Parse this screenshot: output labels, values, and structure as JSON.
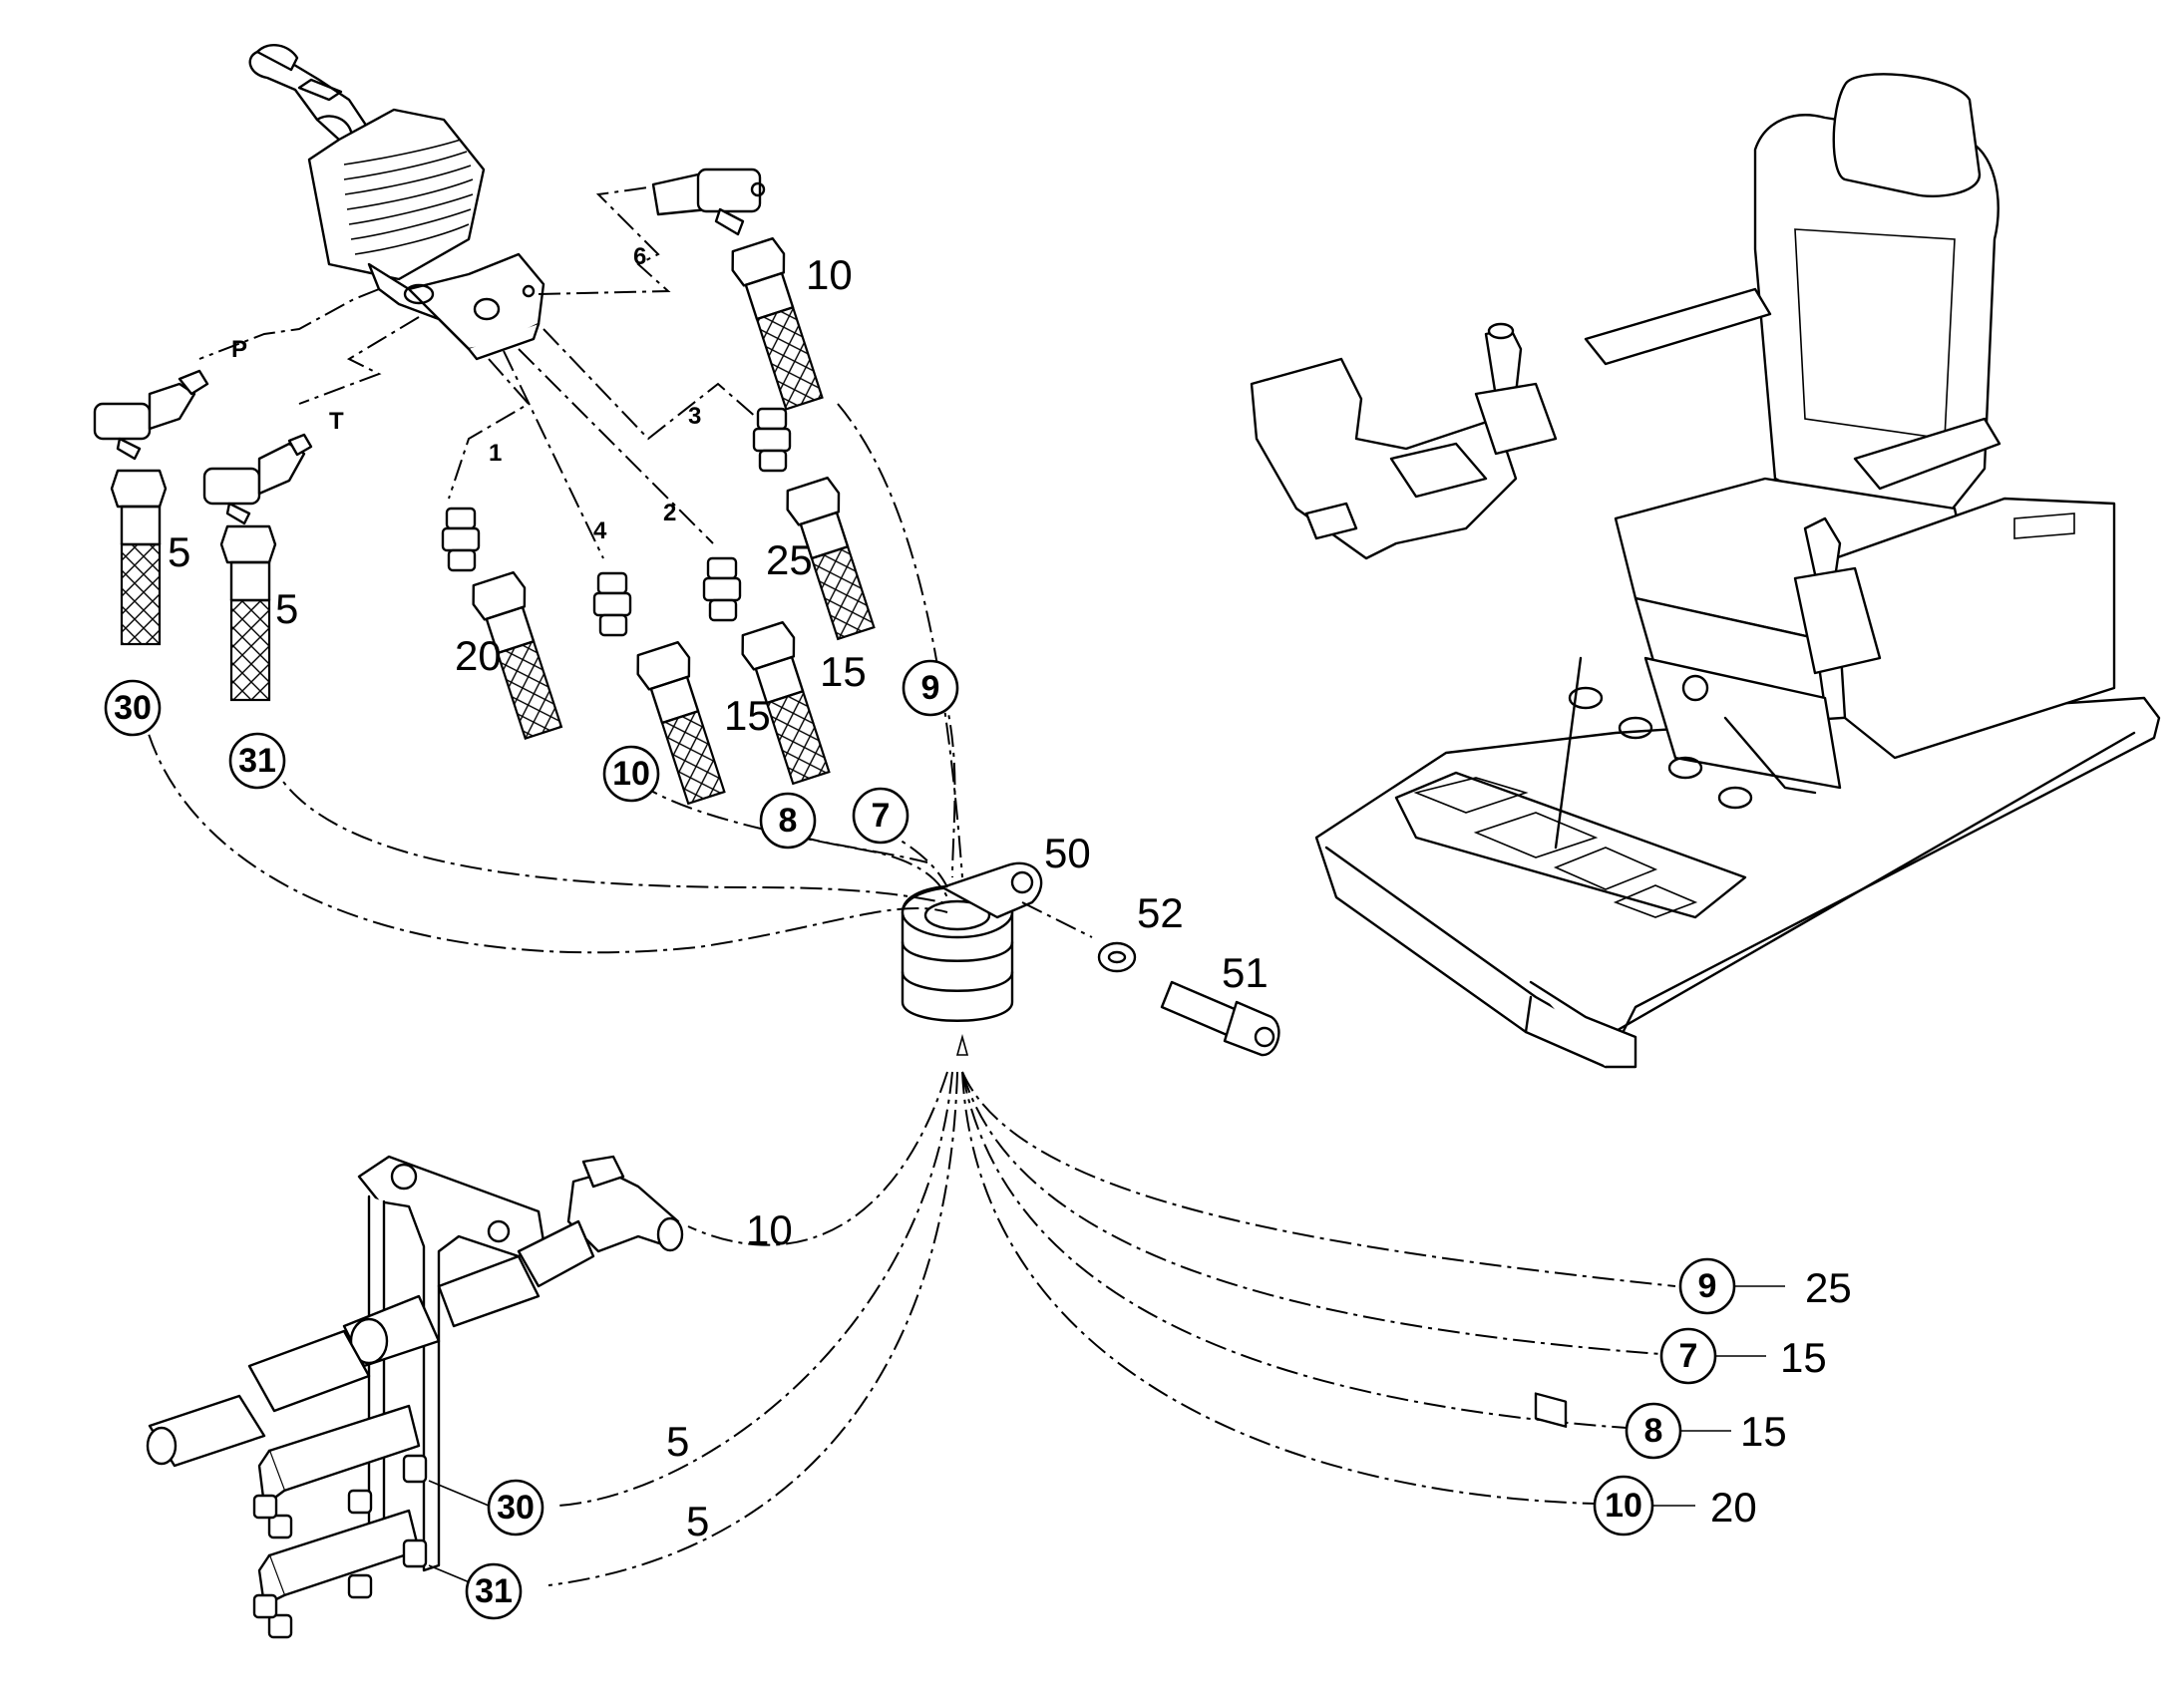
{
  "connection_labels": {
    "p": "P",
    "t": "T",
    "c1": "1",
    "c2": "2",
    "c3": "3",
    "c4": "4",
    "c6": "6"
  },
  "part_numbers": {
    "grommet": "50",
    "washer": "52",
    "bolt": "51"
  },
  "hose_lengths": {
    "h_p": "5",
    "h_t": "5",
    "h_1": "20",
    "h_2": "15",
    "h_3": "25",
    "h_4": "15",
    "h_6": "10"
  },
  "hose_circles": {
    "h_p": "30",
    "h_t": "31",
    "h_1": "10",
    "h_2": "7",
    "h_3": "9",
    "h_4": "8"
  },
  "lower_labels": {
    "v10_len": "10",
    "v30_len": "5",
    "v31_len": "5",
    "v30": "30",
    "v31": "31"
  },
  "right_callouts": [
    {
      "circle": "9",
      "length": "25"
    },
    {
      "circle": "7",
      "length": "15"
    },
    {
      "circle": "8",
      "length": "15"
    },
    {
      "circle": "10",
      "length": "20"
    }
  ]
}
